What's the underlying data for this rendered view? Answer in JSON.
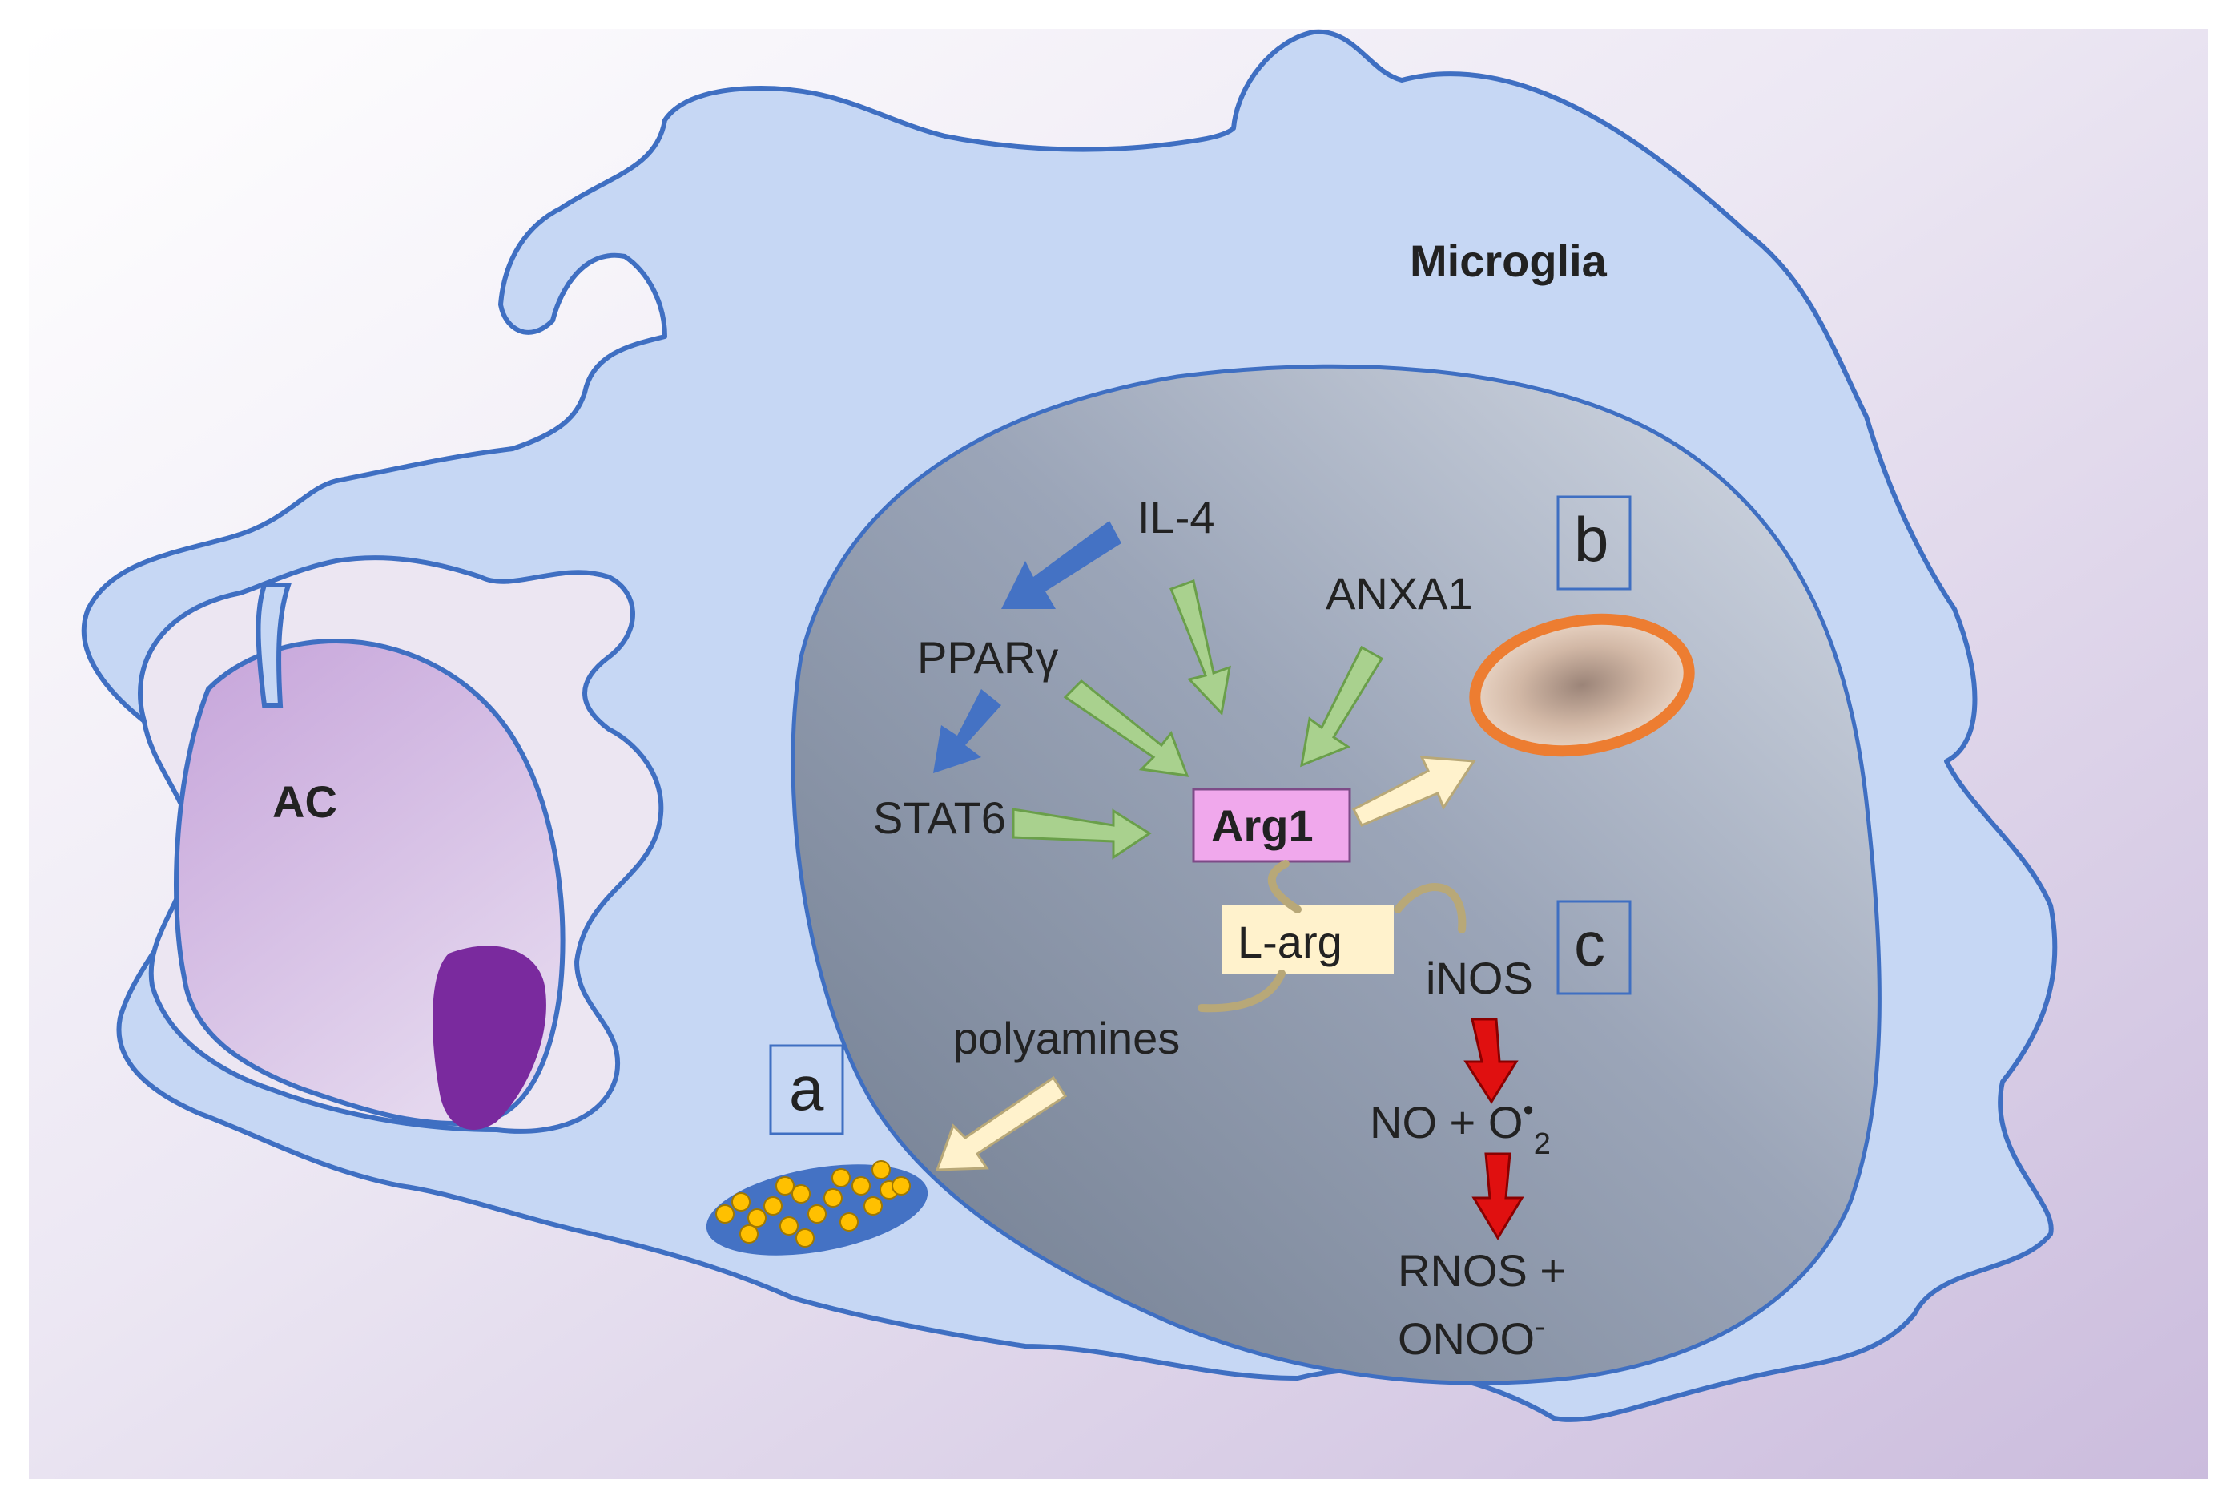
{
  "labels": {
    "microglia": "Microglia",
    "ac": "AC",
    "il4": "IL-4",
    "ppar": "PPARγ",
    "stat6": "STAT6",
    "anxa1": "ANXA1",
    "arg1": "Arg1",
    "larg": "L-arg",
    "inos": "iNOS",
    "polyamines": "polyamines",
    "no_o2": {
      "base": "NO + O",
      "sup": "•",
      "sub": "2"
    },
    "rnos": "RNOS +",
    "onoo": {
      "base": "ONOO",
      "sup": "-"
    }
  },
  "panels": {
    "a": "a",
    "b": "b",
    "c": "c"
  },
  "colors": {
    "background_light": "#f4f1f8",
    "background_dark": "#cfc1e0",
    "microglia_fill": "#c6d7f4",
    "microglia_stroke": "#3f6fc2",
    "nucleus_fill": "#98a2b6",
    "ac_fill": "#c6a8d9",
    "ac_nucleus": "#7a2a9e",
    "blue_arrow": "#4472c4",
    "green_arrow": "#a9d18e",
    "cream_arrow": "#fff2cc",
    "red_arrow": "#e01010",
    "arg1_box": "#f0a8ec",
    "larg_box": "#fff2cc",
    "phagosome_ring": "#ed7d31",
    "mito_fill": "#4472c4",
    "mito_dots": "#ffc000"
  }
}
